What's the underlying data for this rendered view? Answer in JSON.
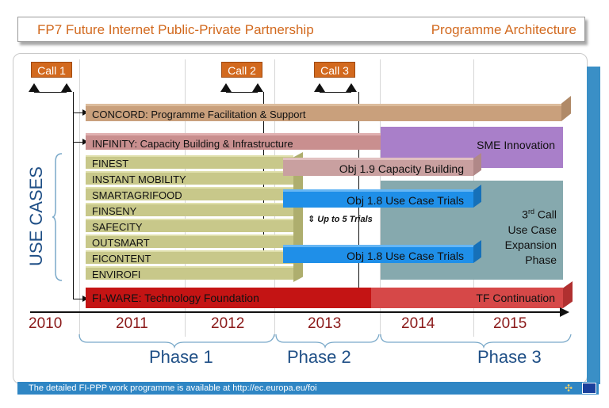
{
  "header": {
    "left_title": "FP7 Future Internet Public-Private Partnership",
    "right_title": "Programme Architecture"
  },
  "calls": [
    "Call 1",
    "Call 2",
    "Call 3"
  ],
  "bars": {
    "concord": "CONCORD: Programme Facilitation & Support",
    "infinity": "INFINITY: Capacity Building & Infrastructure",
    "sme": "SME Innovation",
    "obj19": "Obj 1.9 Capacity Building",
    "obj18_a": "Obj 1.8 Use Case Trials",
    "obj18_b": "Obj 1.8 Use Case Trials",
    "third_call": [
      "3rd Call",
      "Use Case",
      "Expansion",
      "Phase"
    ],
    "third_call_sup": "rd",
    "up_to": "Up to 5 Trials",
    "fiware": "FI-WARE: Technology Foundation",
    "tf": "TF Continuation"
  },
  "use_cases_label": "USE CASES",
  "use_cases": [
    "FINEST",
    "INSTANT MOBILITY",
    "SMARTAGRIFOOD",
    "FINSENY",
    "SAFECITY",
    "OUTSMART",
    "FICONTENT",
    "ENVIROFI"
  ],
  "years": [
    "2010",
    "2011",
    "2012",
    "2013",
    "2014",
    "2015"
  ],
  "phases": [
    "Phase 1",
    "Phase 2",
    "Phase 3"
  ],
  "footer": "The detailed FI-PPP work programme is available at  http://ec.europa.eu/foi",
  "colors": {
    "accent_orange": "#d2691e",
    "concord": "#c9a07c",
    "infinity": "#c98f8f",
    "sme": "#a97fc9",
    "obj19": "#c9a0a0",
    "obj18": "#1f8fe8",
    "third_call": "#86a9ae",
    "use_case": "#c8c88a",
    "fiware": "#c41414",
    "tf": "#d64848",
    "year": "#8b1a1a",
    "phase": "#1f4f86"
  }
}
